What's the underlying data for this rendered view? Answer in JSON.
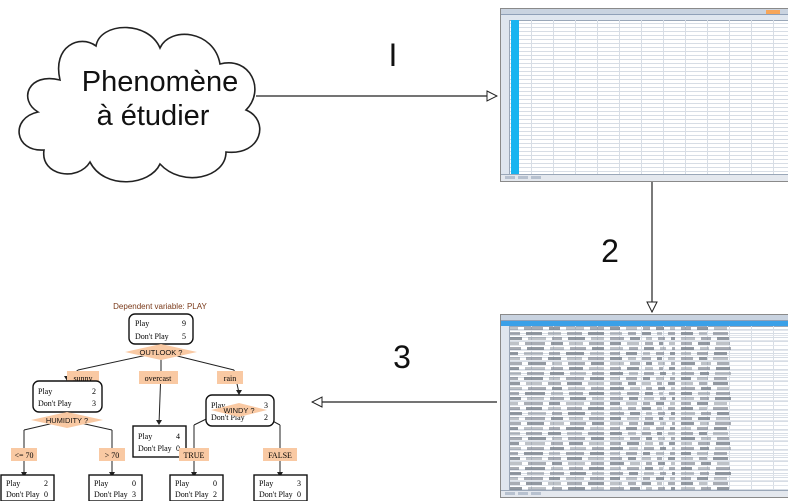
{
  "phenomenon_label_line1": "Phenomène",
  "phenomenon_label_line2": "à étudier",
  "step_labels": [
    "I",
    "2",
    "3"
  ],
  "tree": {
    "dependent_variable": "Dependent variable: PLAY",
    "root": {
      "play_label": "Play",
      "play_count": "9",
      "dont_label": "Don't Play",
      "dont_count": "5",
      "split": "OUTLOOK ?"
    },
    "outlook_branches": [
      "sunny",
      "overcast",
      "rain"
    ],
    "sunny_node": {
      "play_label": "Play",
      "play_count": "2",
      "dont_label": "Don't Play",
      "dont_count": "3",
      "split": "HUMIDITY ?"
    },
    "overcast_node": {
      "play_label": "Play",
      "play_count": "4",
      "dont_label": "Don't Play",
      "dont_count": "0"
    },
    "rain_node": {
      "play_label": "Play",
      "play_count": "3",
      "dont_label": "Don't Play",
      "dont_count": "2",
      "split": "WINDY ?"
    },
    "humidity_branches": [
      "<= 70",
      "> 70"
    ],
    "windy_branches": [
      "TRUE",
      "FALSE"
    ],
    "leaves": [
      {
        "play_label": "Play",
        "play_count": "2",
        "dont_label": "Don't Play",
        "dont_count": "0"
      },
      {
        "play_label": "Play",
        "play_count": "0",
        "dont_label": "Don't Play",
        "dont_count": "3"
      },
      {
        "play_label": "Play",
        "play_count": "0",
        "dont_label": "Don't Play",
        "dont_count": "2"
      },
      {
        "play_label": "Play",
        "play_count": "3",
        "dont_label": "Don't Play",
        "dont_count": "0"
      }
    ]
  },
  "colors": {
    "branch_label_fill": "#f9c9a3",
    "split_label_fill": "#f9c9a3",
    "dependent_var_text": "#7a3a1a",
    "sheet_select_column": "#18b4f0",
    "sheet_highlight": "#f7a65a",
    "arrow_stroke": "#222222"
  },
  "icons": [
    "cloud-shape",
    "spreadsheet-thumbnail",
    "decision-tree"
  ]
}
